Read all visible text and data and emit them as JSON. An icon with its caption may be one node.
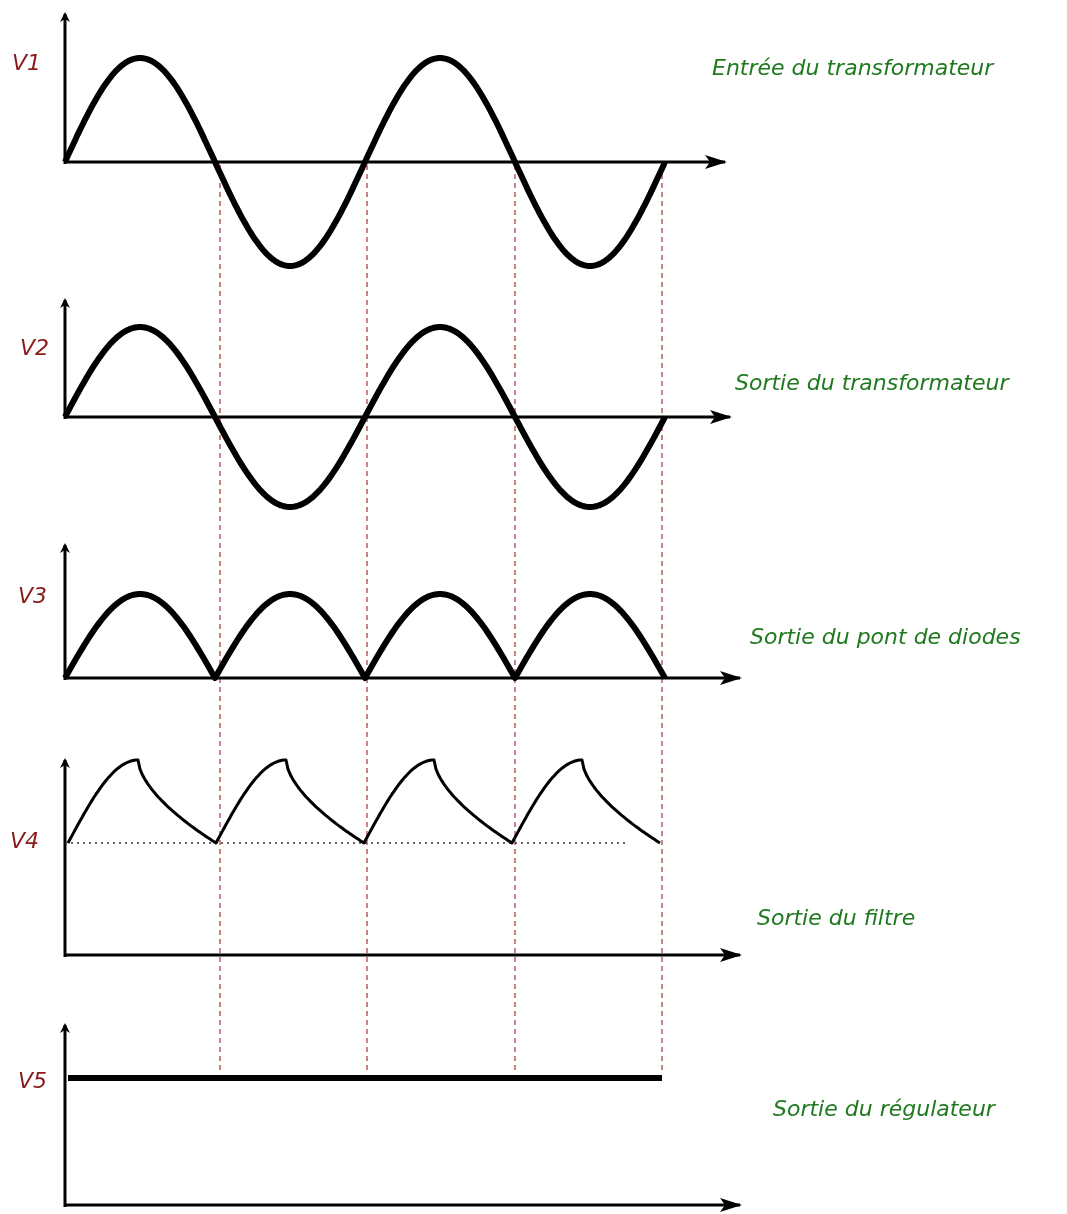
{
  "diagram": {
    "labels": [
      "V1",
      "Entrée du transformateur",
      "V2",
      "Sortie du transformateur",
      "V3",
      "Sortie du pont de diodes",
      "V4",
      "Sortie du filtre",
      "V5",
      "Sortie du régulateur"
    ]
  }
}
